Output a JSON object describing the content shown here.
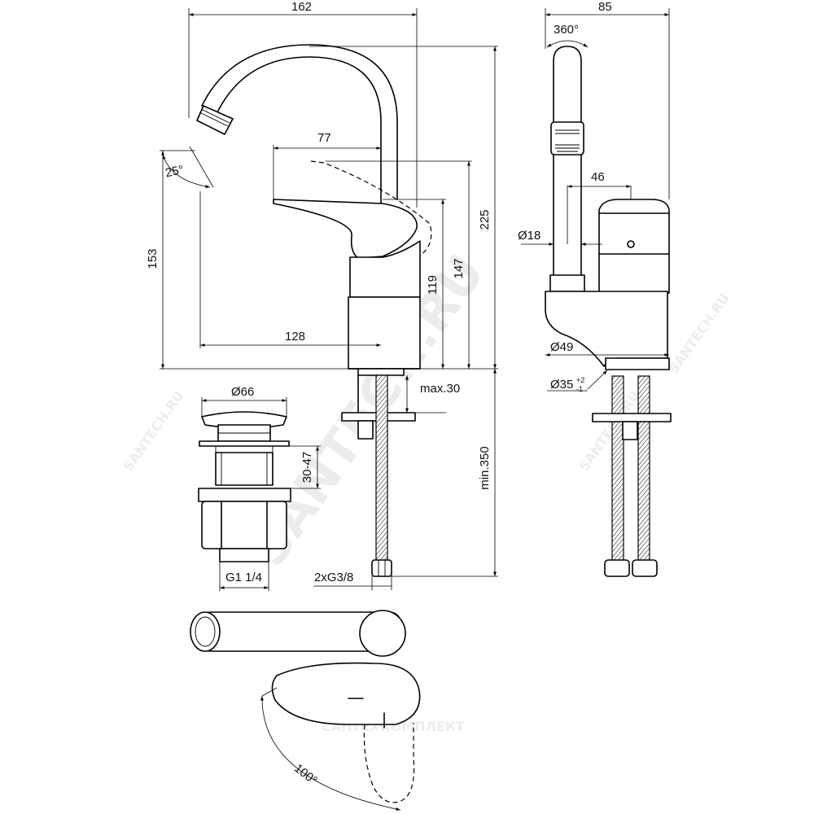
{
  "dimensions": {
    "overall_width": "162",
    "overall_depth": "85",
    "swivel": "360°",
    "aerator_angle": "25°",
    "lever_reach": "77",
    "lever_offset": "46",
    "spout_diameter": "Ø18",
    "spout_height": "153",
    "total_height": "225",
    "lever_height": "147",
    "body_height": "119",
    "spout_reach": "128",
    "body_diameter": "Ø49",
    "hole_diameter": "Ø35",
    "hole_tol_upper": "+2",
    "hole_tol_lower": "-1",
    "deck_thickness": "max.30",
    "hose_length": "min.350",
    "hose_thread": "2xG3/8",
    "waste_diameter": "Ø66",
    "waste_range": "30-47",
    "waste_thread": "G1 1/4",
    "lever_rotation": "100°"
  },
  "watermarks": {
    "main": "SANTECH.RU",
    "small": "SANTECH.RU",
    "company": "САНТЕХКОМПЛЕКТ"
  }
}
